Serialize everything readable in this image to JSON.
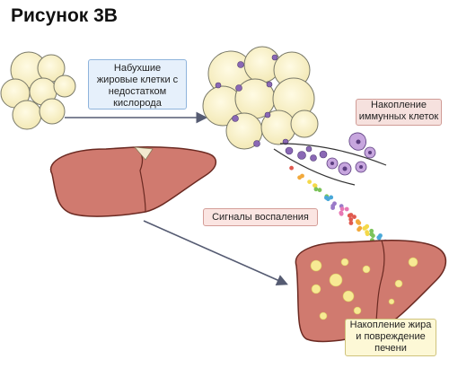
{
  "title": "Рисунок 3B",
  "labels": {
    "swollen_cells": [
      "Набухшие",
      "жировые клетки с",
      "недостатком",
      "кислорода"
    ],
    "immune_accumulation": [
      "Накопление",
      "иммунных клеток"
    ],
    "inflammation_signals": "Сигналы воспаления",
    "fat_accumulation": [
      "Накопление жира",
      "и повреждение",
      "печени"
    ]
  },
  "colors": {
    "fat_cell_fill": "#fbf4cf",
    "fat_cell_stroke": "#7a7a6a",
    "liver_fill": "#d07a6f",
    "liver_stroke": "#6b2a22",
    "immune_purple": "#8a68b5",
    "arrow": "#555b72"
  }
}
